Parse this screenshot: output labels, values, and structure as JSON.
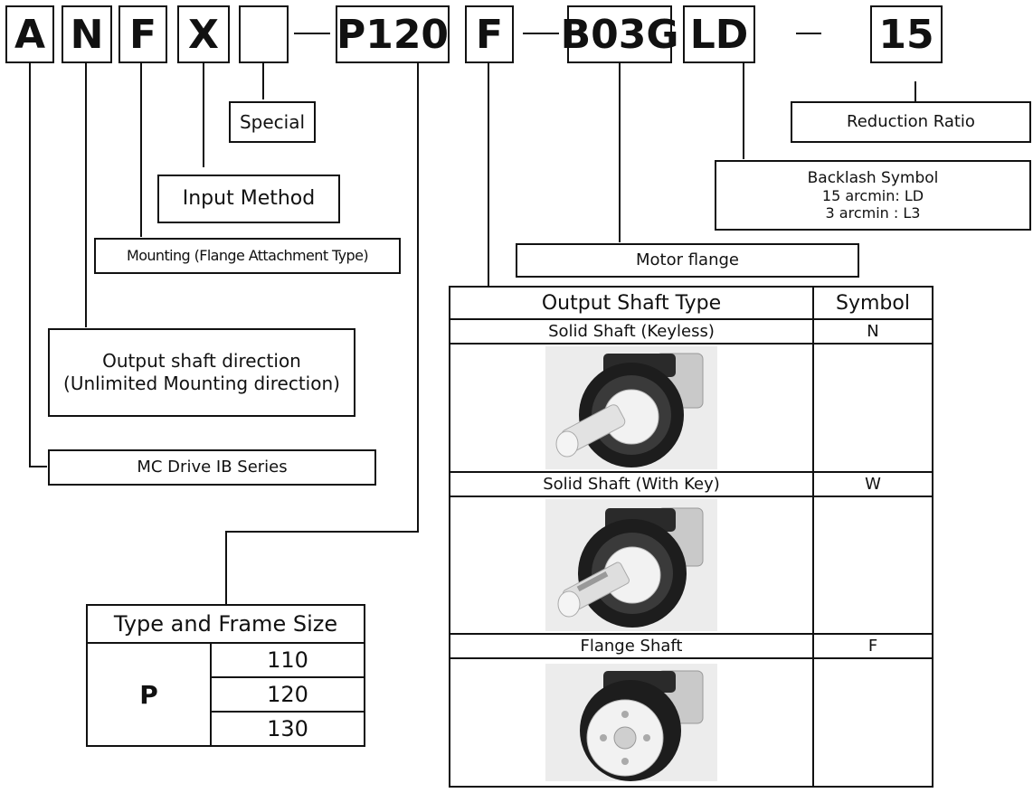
{
  "model_code": [
    "A",
    "N",
    "F",
    "X",
    "",
    "P120",
    "F",
    "B03G",
    "LD",
    "15"
  ],
  "labels": {
    "special": "Special",
    "input_method": "Input Method",
    "mounting": "Mounting (Flange Attachment Type)",
    "output_dir_1": "Output shaft direction",
    "output_dir_2": "(Unlimited Mounting direction)",
    "series": "MC Drive IB Series",
    "reduction_ratio": "Reduction Ratio",
    "backlash_title": "Backlash Symbol",
    "backlash_1": "15 arcmin: LD",
    "backlash_2": "3 arcmin : L3",
    "motor_flange": "Motor flange"
  },
  "frame_table": {
    "title": "Type and Frame Size",
    "type": "P",
    "sizes": [
      "110",
      "120",
      "130"
    ]
  },
  "shaft_table": {
    "header": [
      "Output Shaft Type",
      "Symbol"
    ],
    "rows": [
      {
        "type": "Solid Shaft (Keyless)",
        "symbol": "N"
      },
      {
        "type": "Solid Shaft (With Key)",
        "symbol": "W"
      },
      {
        "type": "Flange Shaft",
        "symbol": "F"
      }
    ]
  }
}
